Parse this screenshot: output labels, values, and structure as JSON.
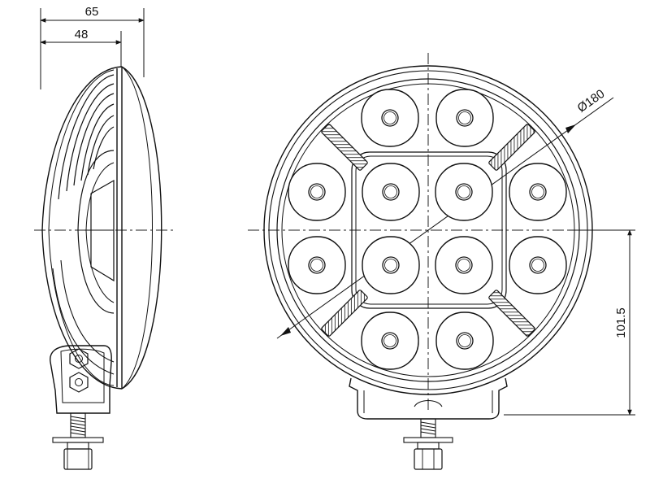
{
  "dimensions": {
    "overall_depth": "65",
    "body_depth": "48",
    "diameter": "Ø180",
    "mount_height": "101.5"
  },
  "colors": {
    "line": "#111111",
    "center_line": "#222222",
    "background": "#ffffff"
  },
  "icons": {
    "led": "led-lens-icon",
    "position_light": "hatched-strip-icon",
    "bolt": "bolt-icon"
  }
}
